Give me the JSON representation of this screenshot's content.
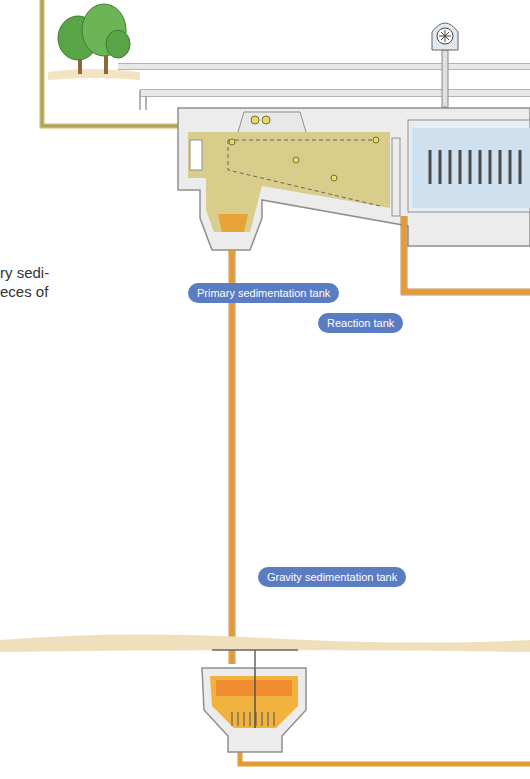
{
  "diagram": {
    "nodes": [
      {
        "text": [
          "Primary sedimentation tank"
        ]
      },
      {
        "text": [
          "Reaction tank"
        ]
      },
      {
        "text": [
          "Gravity sedimentation tank"
        ]
      }
    ],
    "labels": [
      "ry sedi-",
      "eces of"
    ]
  }
}
